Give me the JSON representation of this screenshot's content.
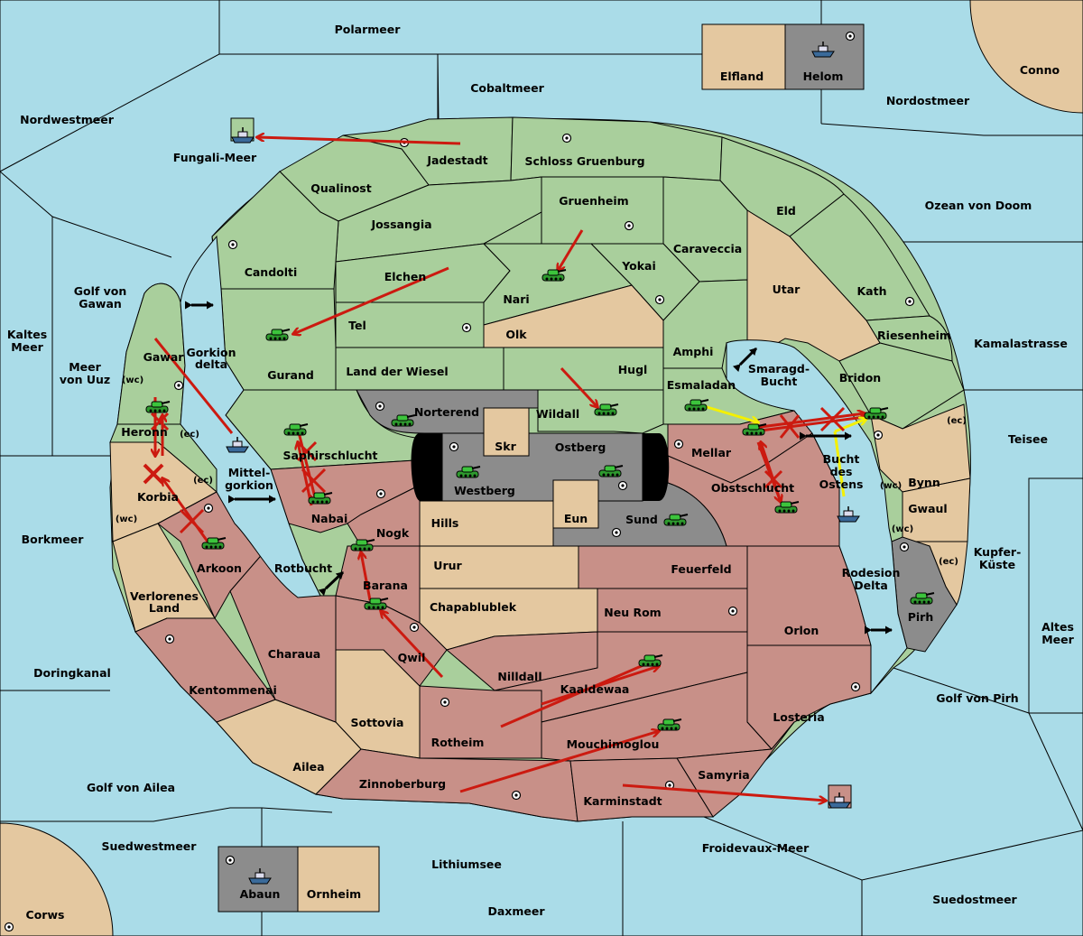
{
  "map": {
    "colors": {
      "sea": "#aadce8",
      "green_power": "#a9cf9c",
      "red_power": "#c89088",
      "grey_power": "#8c8c8c",
      "neutral": "#e4c8a0",
      "order": "#cc1a10",
      "support": "#f4f000"
    },
    "seas": {
      "polarmeer": "Polarmeer",
      "cobaltmeer": "Cobaltmeer",
      "nordwestmeer": "Nordwestmeer",
      "nordostmeer": "Nordostmeer",
      "fungali": "Fungali-Meer",
      "ozean_doom": "Ozean von Doom",
      "golf_gawan_1": "Golf von",
      "golf_gawan_2": "Gawan",
      "kaltes_1": "Kaltes",
      "kaltes_2": "Meer",
      "meer_uuz_1": "Meer",
      "meer_uuz_2": "von Uuz",
      "gorkion_1": "Gorkion",
      "gorkion_2": "delta",
      "mittelgorkion_1": "Mittel-",
      "mittelgorkion_2": "gorkion",
      "smaragd_1": "Smaragd-",
      "smaragd_2": "Bucht",
      "bucht_ostens_1": "Bucht",
      "bucht_ostens_2": "des",
      "bucht_ostens_3": "Ostens",
      "kamalastrasse": "Kamalastrasse",
      "teisee": "Teisee",
      "kupfer_1": "Kupfer-",
      "kupfer_2": "Küste",
      "altes_1": "Altes",
      "altes_2": "Meer",
      "rodesion_1": "Rodesion",
      "rodesion_2": "Delta",
      "golf_pirh": "Golf von Pirh",
      "borkmeer": "Borkmeer",
      "rotbucht": "Rotbucht",
      "doringkanal": "Doringkanal",
      "golf_ailea": "Golf von Ailea",
      "suedwestmeer": "Suedwestmeer",
      "lithiumsee": "Lithiumsee",
      "froidevaux": "Froidevaux-Meer",
      "daxmeer": "Daxmeer",
      "suedostmeer": "Suedostmeer",
      "corws": "Corws",
      "conno": "Conno",
      "elfland": "Elfland",
      "helom": "Helom",
      "abaun": "Abaun",
      "ornheim": "Ornheim"
    },
    "lands": {
      "jadestadt": "Jadestadt",
      "schloss": "Schloss Gruenburg",
      "qualinost": "Qualinost",
      "gruenheim": "Gruenheim",
      "eld": "Eld",
      "jossangia": "Jossangia",
      "caraveccia": "Caraveccia",
      "candolti": "Candolti",
      "elchen": "Elchen",
      "yokai": "Yokai",
      "utar": "Utar",
      "kath": "Kath",
      "nari": "Nari",
      "tel": "Tel",
      "olk": "Olk",
      "riesenheim": "Riesenheim",
      "amphi": "Amphi",
      "gawar": "Gawar",
      "gurand": "Gurand",
      "land_wiesel": "Land der Wiesel",
      "hugl": "Hugl",
      "bridon": "Bridon",
      "esmaladan": "Esmaladan",
      "norterend": "Norterend",
      "wildall": "Wildall",
      "heronn": "Heronn",
      "saphirschlucht": "Saphirschlucht",
      "skr": "Skr",
      "ostberg": "Ostberg",
      "mellar": "Mellar",
      "korbia": "Korbia",
      "westberg": "Westberg",
      "obstschlucht": "Obstschlucht",
      "bynn": "Bynn",
      "gwaul": "Gwaul",
      "nabai": "Nabai",
      "eun": "Eun",
      "sund": "Sund",
      "nogk": "Nogk",
      "hills": "Hills",
      "arkoon": "Arkoon",
      "urur": "Urur",
      "feuerfeld": "Feuerfeld",
      "barana": "Barana",
      "verlorenes_1": "Verlorenes",
      "verlorenes_2": "Land",
      "chapablublek": "Chapablublek",
      "neu_rom": "Neu Rom",
      "pirh": "Pirh",
      "orlon": "Orlon",
      "charaua": "Charaua",
      "qwil": "Qwil",
      "nilldall": "Nilldall",
      "kaaldewaa": "Kaaldewaa",
      "kentommenai": "Kentommenai",
      "sottovia": "Sottovia",
      "losteria": "Losteria",
      "rotheim": "Rotheim",
      "mouchimoglou": "Mouchimoglou",
      "ailea": "Ailea",
      "samyria": "Samyria",
      "zinnoberburg": "Zinnoberburg",
      "karminstadt": "Karminstadt"
    },
    "coasts": {
      "wc": "(wc)",
      "ec": "(ec)"
    }
  }
}
